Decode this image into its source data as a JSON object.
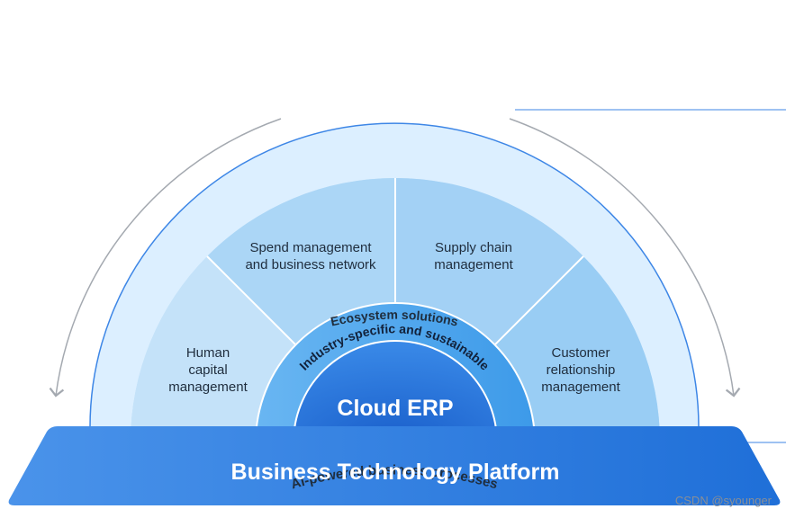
{
  "diagram": {
    "outer_arc_label": "AI-powered business processes",
    "ecosystem_label": "Ecosystem solutions",
    "sectors": [
      {
        "lines": [
          "Human",
          "capital",
          "management"
        ]
      },
      {
        "lines": [
          "Spend management",
          "and business network"
        ]
      },
      {
        "lines": [
          "Supply chain",
          "management"
        ]
      },
      {
        "lines": [
          "Customer",
          "relationship",
          "management"
        ]
      }
    ],
    "industry_label": "Industry-specific and sustainable",
    "core_label": "Cloud ERP",
    "platform_label": "Business Technology Platform"
  },
  "watermark": "CSDN @syounger",
  "colors": {
    "platform_blue": "#2f7de1",
    "core_blue": "#2170d6",
    "ring_blue": "#4ea5ef",
    "sector_blue": "#b9dcf7",
    "ecosystem_band": "#dcefff",
    "outline_blue": "#3d86e6",
    "arrow_gray": "#a4a9b0"
  }
}
